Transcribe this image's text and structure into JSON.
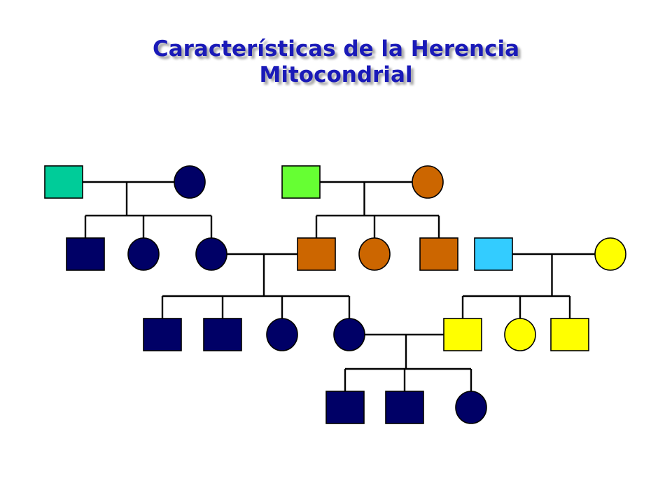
{
  "slide": {
    "title_line1": "Características de la Herencia",
    "title_line2": "Mitocondrial"
  },
  "pedigree": {
    "colors": {
      "teal": "#00cc99",
      "navy": "#000066",
      "lime": "#66ff33",
      "orange": "#cc6600",
      "sky": "#33ccff",
      "yellow": "#ffff00"
    },
    "individuals": [
      {
        "id": "I-1",
        "sex": "male",
        "color": "teal"
      },
      {
        "id": "I-2",
        "sex": "female",
        "color": "navy"
      },
      {
        "id": "I-3",
        "sex": "male",
        "color": "lime"
      },
      {
        "id": "I-4",
        "sex": "female",
        "color": "orange"
      },
      {
        "id": "II-1",
        "sex": "male",
        "color": "navy"
      },
      {
        "id": "II-2",
        "sex": "female",
        "color": "navy"
      },
      {
        "id": "II-3",
        "sex": "female",
        "color": "navy"
      },
      {
        "id": "II-4",
        "sex": "male",
        "color": "orange"
      },
      {
        "id": "II-5",
        "sex": "female",
        "color": "orange"
      },
      {
        "id": "II-6",
        "sex": "male",
        "color": "orange"
      },
      {
        "id": "II-7",
        "sex": "male",
        "color": "sky"
      },
      {
        "id": "II-8",
        "sex": "female",
        "color": "yellow"
      },
      {
        "id": "III-1",
        "sex": "male",
        "color": "navy"
      },
      {
        "id": "III-2",
        "sex": "male",
        "color": "navy"
      },
      {
        "id": "III-3",
        "sex": "female",
        "color": "navy"
      },
      {
        "id": "III-4",
        "sex": "female",
        "color": "navy"
      },
      {
        "id": "III-5",
        "sex": "male",
        "color": "yellow"
      },
      {
        "id": "III-6",
        "sex": "female",
        "color": "yellow"
      },
      {
        "id": "III-7",
        "sex": "male",
        "color": "yellow"
      },
      {
        "id": "IV-1",
        "sex": "male",
        "color": "navy"
      },
      {
        "id": "IV-2",
        "sex": "male",
        "color": "navy"
      },
      {
        "id": "IV-3",
        "sex": "female",
        "color": "navy"
      }
    ],
    "unions": [
      {
        "partners": [
          "I-1",
          "I-2"
        ],
        "children": [
          "II-1",
          "II-2",
          "II-3"
        ]
      },
      {
        "partners": [
          "I-3",
          "I-4"
        ],
        "children": [
          "II-4",
          "II-5",
          "II-6"
        ]
      },
      {
        "partners": [
          "II-3",
          "II-4"
        ],
        "children": [
          "III-1",
          "III-2",
          "III-3",
          "III-4"
        ]
      },
      {
        "partners": [
          "II-7",
          "II-8"
        ],
        "children": [
          "III-5",
          "III-6",
          "III-7"
        ]
      },
      {
        "partners": [
          "III-4",
          "III-5"
        ],
        "children": [
          "IV-1",
          "IV-2",
          "IV-3"
        ]
      }
    ]
  }
}
